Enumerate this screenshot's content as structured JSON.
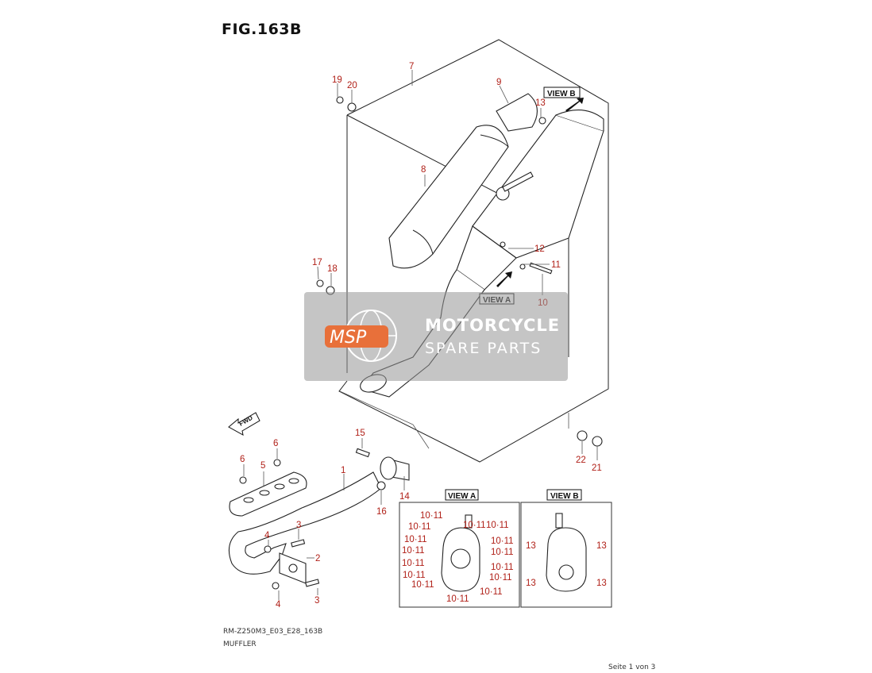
{
  "figure": {
    "title": "FIG.163B",
    "code": "RM-Z250M3_E03_E28_163B",
    "name": "MUFFLER",
    "page": "Seite 1 von 3"
  },
  "views": {
    "view_a": "VIEW A",
    "view_b": "VIEW B"
  },
  "fwd_label": "FWD",
  "watermark": {
    "logo_text": "MSP",
    "line1": "MOTORCYCLE",
    "line2": "SPARE PARTS",
    "logo_color": "#e8703a"
  },
  "part_numbers": {
    "p1": "1",
    "p2": "2",
    "p3a": "3",
    "p3b": "3",
    "p4a": "4",
    "p4b": "4",
    "p5": "5",
    "p6a": "6",
    "p6b": "6",
    "p7": "7",
    "p8": "8",
    "p9": "9",
    "p10": "10",
    "p11": "11",
    "p12": "12",
    "p13": "13",
    "p14": "14",
    "p15": "15",
    "p16": "16",
    "p17": "17",
    "p18": "18",
    "p19": "19",
    "p20": "20",
    "p21": "21",
    "p22": "22"
  },
  "view_a_labels": [
    "10·11",
    "10·11",
    "10·11",
    "10·11",
    "10·11",
    "10·11",
    "10·11",
    "10·11",
    "10·11",
    "10·11",
    "10·11",
    "10·11",
    "10·11",
    "10·11",
    "10·11"
  ],
  "view_b_labels": [
    "13",
    "13",
    "13",
    "13"
  ],
  "colors": {
    "part_number": "#b02018",
    "line": "#222222"
  }
}
